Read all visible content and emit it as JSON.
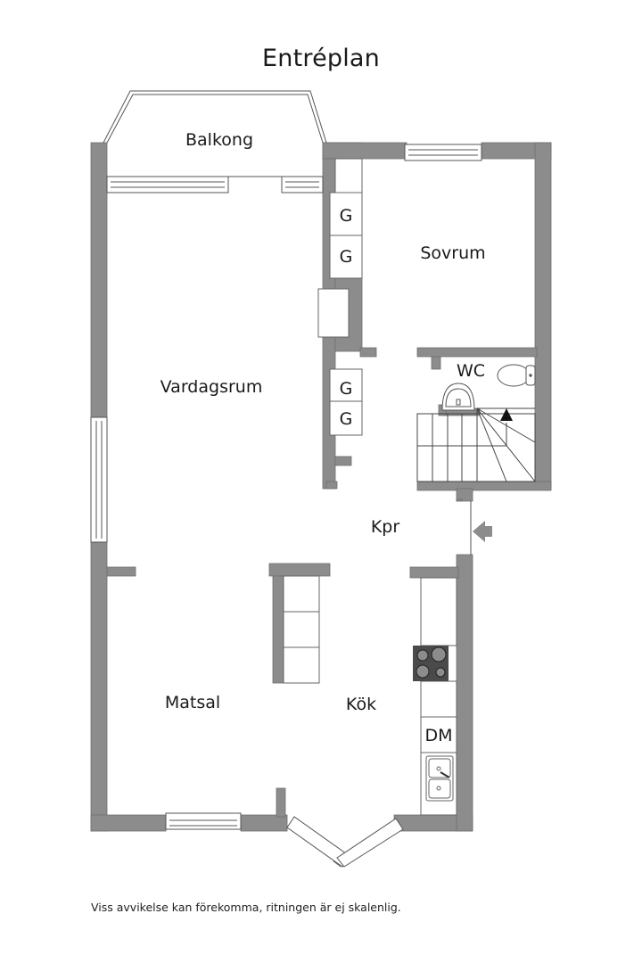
{
  "title": "Entréplan",
  "rooms": {
    "balcony": "Balkong",
    "bedroom": "Sovrum",
    "wc": "WC",
    "living_room": "Vardagsrum",
    "hall": "Kpr",
    "dining": "Matsal",
    "kitchen": "Kök"
  },
  "fixtures": {
    "wardrobe_1": "G",
    "wardrobe_2": "G",
    "wardrobe_3": "G",
    "wardrobe_4": "G",
    "dishwasher": "DM"
  },
  "icons": {
    "entrance": "entrance-arrow-icon",
    "stairs_direction": "stairs-up-arrow-icon",
    "stove": "stove-icon",
    "sink": "sink-icon",
    "toilet": "toilet-icon",
    "washbasin": "washbasin-icon"
  },
  "colors": {
    "wall": "#8c8c8c",
    "stove": "#4a4a4a",
    "background": "#ffffff"
  },
  "footer_note": "Viss avvikelse kan förekomma, ritningen är ej skalenlig."
}
